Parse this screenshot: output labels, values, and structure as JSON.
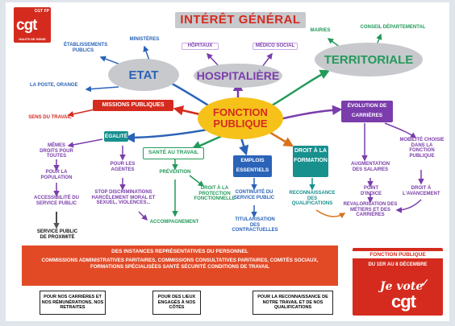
{
  "logo": {
    "top_right": "CGT FP",
    "mark": "cgt",
    "region": "HAUTS DE SEINE"
  },
  "header": "INTÉRÊT GÉNÉRAL",
  "center": [
    "FONCTION",
    "PUBLIQUE"
  ],
  "etat": {
    "title": "ETAT",
    "children": [
      "ÉTABLISSEMENTS PUBLICS",
      "MINISTÈRES",
      "LA POSTE, ORANGE"
    ]
  },
  "hospitaliere": {
    "title": "HOSPITALIÈRE",
    "children": [
      "HÔPITAUX",
      "MÉDICO SOCIAL"
    ]
  },
  "territoriale": {
    "title": "TERRITORIALE",
    "children": [
      "MAIRIES",
      "CONSEIL DÉPARTEMENTAL"
    ]
  },
  "missions": {
    "title": "MISSIONS PUBLIQUES",
    "child": "SENS DU TRAVAIL"
  },
  "egalite": {
    "title": "ÉGALITÉ",
    "left": [
      "MÊMES DROITS POUR TOUTES",
      "POUR LA POPULATION",
      "ACCESSIBILITÉ DU SERVICE PUBLIC",
      "SERVICE PUBLIC DE PROXIMITÉ"
    ],
    "right": [
      "POUR LES AGENTES",
      "STOP DISCRIMINATIONS HARCÈLEMENT MORAL ET SEXUEL, VIOLENCES..."
    ]
  },
  "sante": {
    "title": "SANTÉ AU TRAVAIL",
    "children": [
      "PRÉVENTION",
      "DROIT À LA PROTECTION FONCTIONNELLE",
      "ACCOMPAGNEMENT"
    ]
  },
  "emplois": {
    "title": "EMPLOIS ESSENTIELS",
    "children": [
      "CONTINUITÉ DU SERVICE PUBLIC",
      "TITULARISATION DES CONTRACTUELLES"
    ]
  },
  "droit_formation": {
    "title": "DROIT À LA FORMATION",
    "child": "RECONNAISSANCE DES QUALIFICATIONS"
  },
  "evolution": {
    "title": "ÉVOLUTION DE CARRIÈRES",
    "left": [
      "AUGMENTATION DES SALAIRES",
      "POINT D'INDICE",
      "REVALORISATION DES MÉTIERS ET DES CARRIÈRES"
    ],
    "right": [
      "MOBILITÉ CHOISIE DANS LA FONCTION PUBLIQUE",
      "DROIT À L'AVANCEMENT"
    ]
  },
  "instances": {
    "title": "DES INSTANCES REPRÉSENTATIVES DU PERSONNEL",
    "body": "COMMISSIONS ADMINISTRATIVES PARITAIRES, COMMISSIONS CONSULTATIVES PARITAIRES, COMITÉS SOCIAUX, FORMATIONS SPÉCIALISÉES SANTÉ SÉCURITÉ CONDITIONS DE TRAVAIL"
  },
  "bottom_boxes": [
    "POUR NOS CARRIÈRES ET NOS RÉMUNÉRATIONS, NOS RETRAITES",
    "POUR DES LIEUX ENGAGÉS À NOS CÔTÉS",
    "POUR LA RECONNAISSANCE DE NOTRE TRAVAIL ET DE NOS QUALIFICATIONS"
  ],
  "vote": {
    "line1": "FONCTION PUBLIQUE",
    "line2": "DU 1ER AU 8 DÉCEMBRE",
    "je_vote": "Je vote",
    "mark": "cgt"
  },
  "colors": {
    "blue": "#2a63b8",
    "purple": "#7a3dab",
    "red": "#d42b1e",
    "green": "#249a5a",
    "teal": "#17908e",
    "orange": "#d8731d",
    "yellow": "#f6c21a",
    "gray": "#c7c9cd"
  }
}
